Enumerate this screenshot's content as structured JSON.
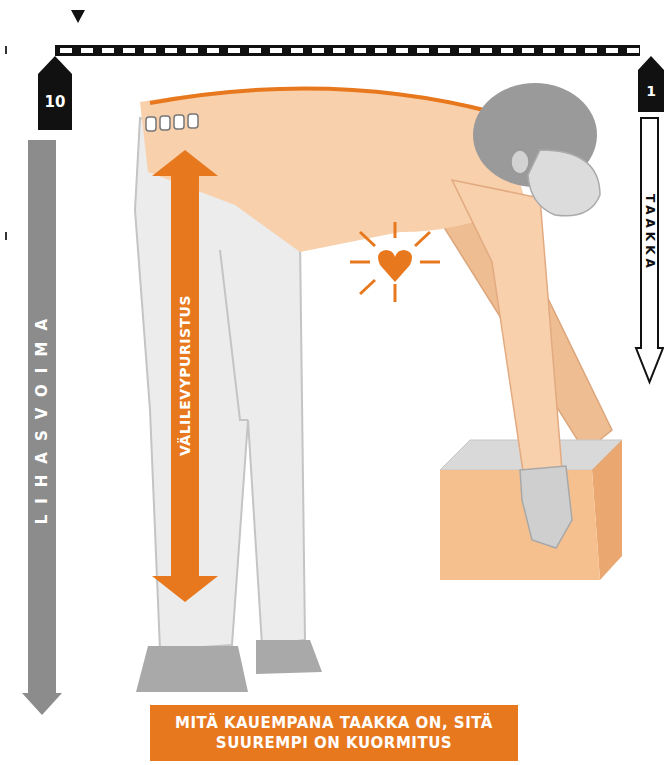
{
  "diagram": {
    "caption": "MITÄ KAUEMPANA TAAKKA ON, SITÄ SUUREMPI ON KUORMITUS",
    "nodes": [
      {
        "text": [
          "10"
        ]
      },
      {
        "text": [
          "LIHASVOIMA"
        ]
      },
      {
        "text": [
          "VÄLILEVYPURISTUS"
        ]
      },
      {
        "text": [
          "1"
        ]
      },
      {
        "text": [
          "TAAKKA"
        ]
      }
    ]
  }
}
